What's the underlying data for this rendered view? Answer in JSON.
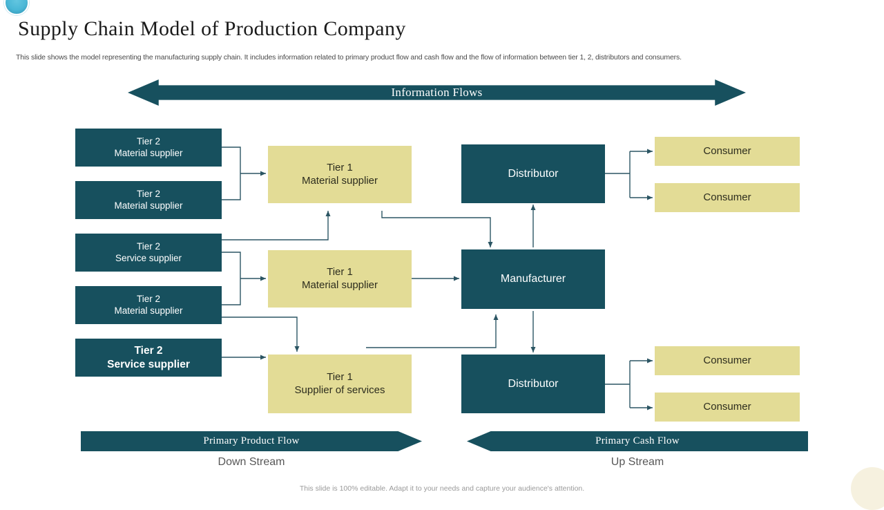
{
  "header": {
    "title": "Supply Chain Model of Production Company",
    "subtitle": "This slide shows the model representing the manufacturing supply chain. It includes information related to primary product flow and cash flow and the flow of information between tier 1, 2,  distributors and consumers."
  },
  "footer": {
    "note": "This slide is 100% editable. Adapt it to your needs and capture your audience's attention."
  },
  "banners": {
    "information_flows": "Information Flows",
    "primary_product_flow": "Primary Product Flow",
    "primary_cash_flow": "Primary Cash Flow",
    "down_stream": "Down Stream",
    "up_stream": "Up Stream"
  },
  "tier2_nodes": [
    {
      "line1": "Tier 2",
      "line2": "Material supplier"
    },
    {
      "line1": "Tier 2",
      "line2": "Material supplier"
    },
    {
      "line1": "Tier 2",
      "line2": "Service supplier"
    },
    {
      "line1": "Tier 2",
      "line2": "Material supplier"
    },
    {
      "line1": "Tier 2",
      "line2": "Service supplier"
    }
  ],
  "tier1_nodes": [
    {
      "line1": "Tier 1",
      "line2": "Material supplier"
    },
    {
      "line1": "Tier 1",
      "line2": "Material supplier"
    },
    {
      "line1": "Tier 1",
      "line2": "Supplier of services"
    }
  ],
  "manufacturer": {
    "label": "Manufacturer"
  },
  "distributors": [
    {
      "label": "Distributor"
    },
    {
      "label": "Distributor"
    }
  ],
  "consumers": [
    {
      "label": "Consumer"
    },
    {
      "label": "Consumer"
    },
    {
      "label": "Consumer"
    },
    {
      "label": "Consumer"
    }
  ],
  "colors": {
    "dark_teal": "#17505e",
    "khaki": "#e3dc96",
    "connector": "#2b5563",
    "title_text": "#1a1a1a",
    "muted_text": "#9a9a9a"
  }
}
